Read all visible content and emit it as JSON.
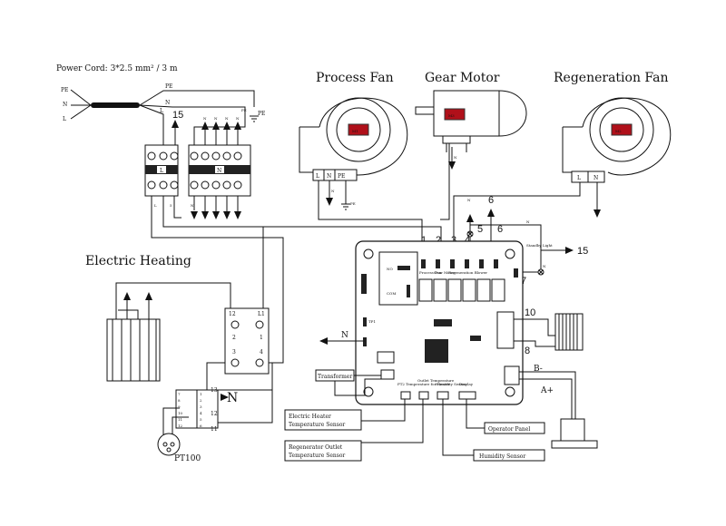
{
  "power_cord": "Power Cord: 3*2.5 mm² / 3 m",
  "cord_labels": [
    "PE",
    "N",
    "L"
  ],
  "cord_top_labels": {
    "pe": "PE",
    "n": "N",
    "l": "L"
  },
  "breaker_in_labels": [
    "N",
    "N",
    "N",
    "N",
    "PE"
  ],
  "breaker_marks": {
    "l": "L",
    "n": "N"
  },
  "breaker_num": "15",
  "breaker_bottom": [
    "L",
    "5",
    "N"
  ],
  "fans": {
    "process": "Process  Fan",
    "gear": "Gear Motor",
    "regen": "Regeneration Fan"
  },
  "motor_badges": {
    "process": "M1",
    "gear": "M3",
    "regen": "M2"
  },
  "terminals": {
    "l": "L",
    "n": "N",
    "pe": "PE"
  },
  "ground_pe": "PE",
  "electric_heating": "Electric Heating",
  "pcb_relay_nums": [
    "1",
    "2",
    "3",
    "4",
    "5",
    "6"
  ],
  "pcb_relay_labels": [
    "Process Fan",
    "Gear Motor",
    "Regeneration Blower",
    "",
    "",
    ""
  ],
  "pcb_small": {
    "no": "NO",
    "com": "COM",
    "tp": "TP1"
  },
  "standby": "Standby Light",
  "standby_num": "15",
  "relay7": "7",
  "contactor_nums": {
    "tl": "12",
    "tr": "L1",
    "ml": "2",
    "mr": "1",
    "bl": "3",
    "br": "4"
  },
  "n_label": "N",
  "motor_conn_nums": {
    "top": "10",
    "bottom": "8"
  },
  "sensor_pins": {
    "b": "B-",
    "a": "A+"
  },
  "tb_nums": [
    "13",
    "12",
    "11"
  ],
  "tb_left": [
    "7",
    "8",
    "9",
    "10",
    "11",
    "12"
  ],
  "tb_right": [
    "1",
    "2",
    "3",
    "4",
    "5",
    "6"
  ],
  "pt100": "PT100",
  "labels": {
    "transformer": "Transformer",
    "heater_sensor_1": "Electric Heater",
    "heater_sensor_2": "Temperature Sensor",
    "regen_sensor_1": "Regenerator Outlet",
    "regen_sensor_2": "Temperature Sensor",
    "humidity": "Humidity Sensor",
    "operator": "Operator Panel"
  },
  "pcb_connector_labels": [
    "PT2 Temperature for Heater",
    "Outlet Temperature",
    "Humidity Sensor",
    "Display"
  ]
}
